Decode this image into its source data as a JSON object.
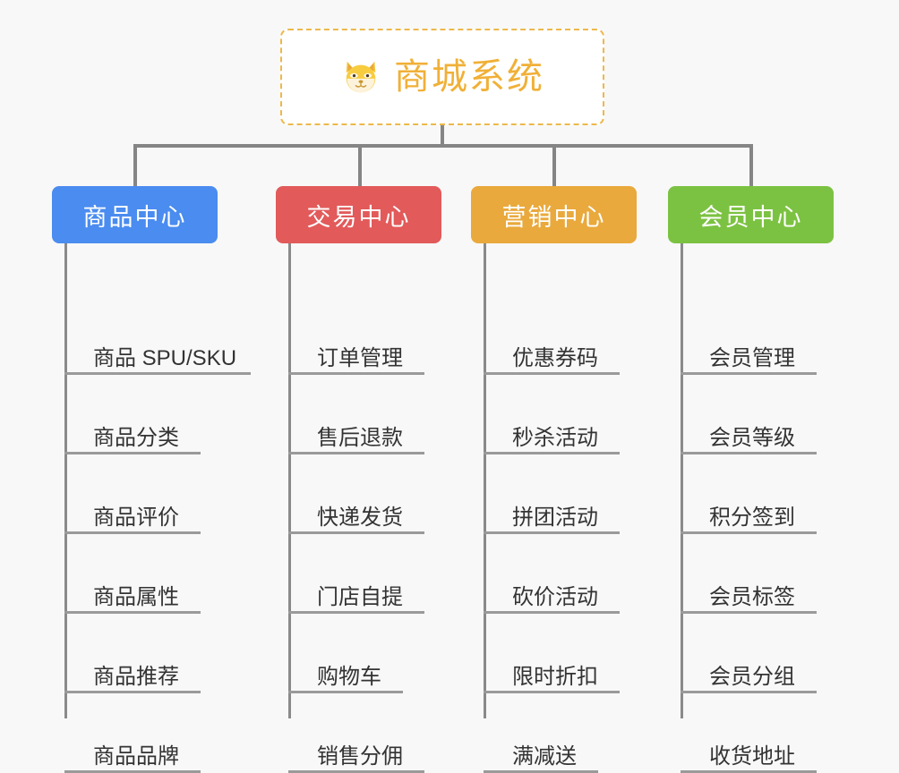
{
  "diagram": {
    "type": "mindmap",
    "background_color": "#f8f8f8",
    "connector_color": "#858585",
    "leaf_text_color": "#333333",
    "root": {
      "title": "商城系统",
      "icon": "shiba-dog-emoji",
      "icon_glyph": "🐕",
      "border_color": "#edb84a",
      "text_color": "#f0b037",
      "background_color": "#ffffff"
    },
    "branches": [
      {
        "label": "商品中心",
        "color": "#4a8cef",
        "items": [
          "商品 SPU/SKU",
          "商品分类",
          "商品评价",
          "商品属性",
          "商品推荐",
          "商品品牌"
        ]
      },
      {
        "label": "交易中心",
        "color": "#e25a5a",
        "items": [
          "订单管理",
          "售后退款",
          "快递发货",
          "门店自提",
          "购物车",
          "销售分佣"
        ]
      },
      {
        "label": "营销中心",
        "color": "#e9a93c",
        "items": [
          "优惠券码",
          "秒杀活动",
          "拼团活动",
          "砍价活动",
          "限时折扣",
          "满减送"
        ]
      },
      {
        "label": "会员中心",
        "color": "#7cc242",
        "items": [
          "会员管理",
          "会员等级",
          "积分签到",
          "会员标签",
          "会员分组",
          "收货地址"
        ]
      }
    ]
  }
}
